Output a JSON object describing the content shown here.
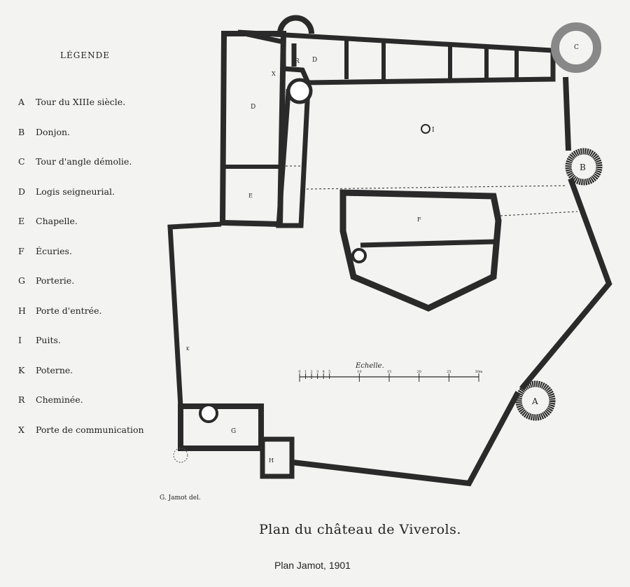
{
  "legend": {
    "title": "LÉGENDE",
    "items": [
      {
        "key": "A",
        "label": "Tour du XIIIe siècle."
      },
      {
        "key": "B",
        "label": "Donjon."
      },
      {
        "key": "C",
        "label": "Tour d'angle démolie."
      },
      {
        "key": "D",
        "label": "Logis seigneurial."
      },
      {
        "key": "E",
        "label": "Chapelle."
      },
      {
        "key": "F",
        "label": "Écuries."
      },
      {
        "key": "G",
        "label": "Porterie."
      },
      {
        "key": "H",
        "label": "Porte d'entrée."
      },
      {
        "key": "I",
        "label": "Puits."
      },
      {
        "key": "K",
        "label": "Poterne."
      },
      {
        "key": "R",
        "label": "Cheminée."
      },
      {
        "key": "X",
        "label": "Porte de communication"
      }
    ]
  },
  "plan_labels": {
    "A": "A",
    "B": "B",
    "C": "C",
    "D1": "D",
    "D2": "D",
    "R": "R",
    "X": "X",
    "I": "I",
    "E": "E",
    "F": "F",
    "G": "G",
    "H": "H",
    "K": "K"
  },
  "scale": {
    "title": "Echelle.",
    "ticks": [
      "0",
      "1",
      "2",
      "3",
      "4",
      "5",
      "10",
      "15",
      "20",
      "25",
      "30m"
    ]
  },
  "author": "G. Jamot del.",
  "caption": "Plan du château de Viverols.",
  "credit": "Plan Jamot, 1901"
}
